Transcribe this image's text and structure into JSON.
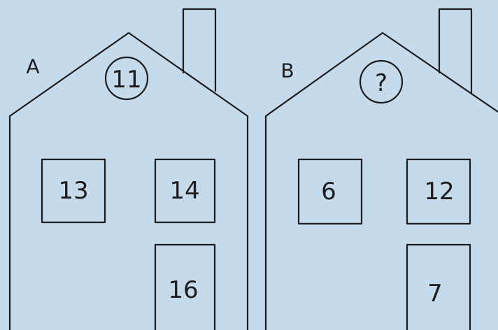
{
  "colors": {
    "background": "#c5daea",
    "ink": "#1d1d1f"
  },
  "houses": [
    {
      "label": "A",
      "roof_number": "11",
      "window_left": "13",
      "window_right": "14",
      "door": "16"
    },
    {
      "label": "B",
      "roof_number": "?",
      "window_left": "6",
      "window_right": "12",
      "door": "7"
    }
  ]
}
